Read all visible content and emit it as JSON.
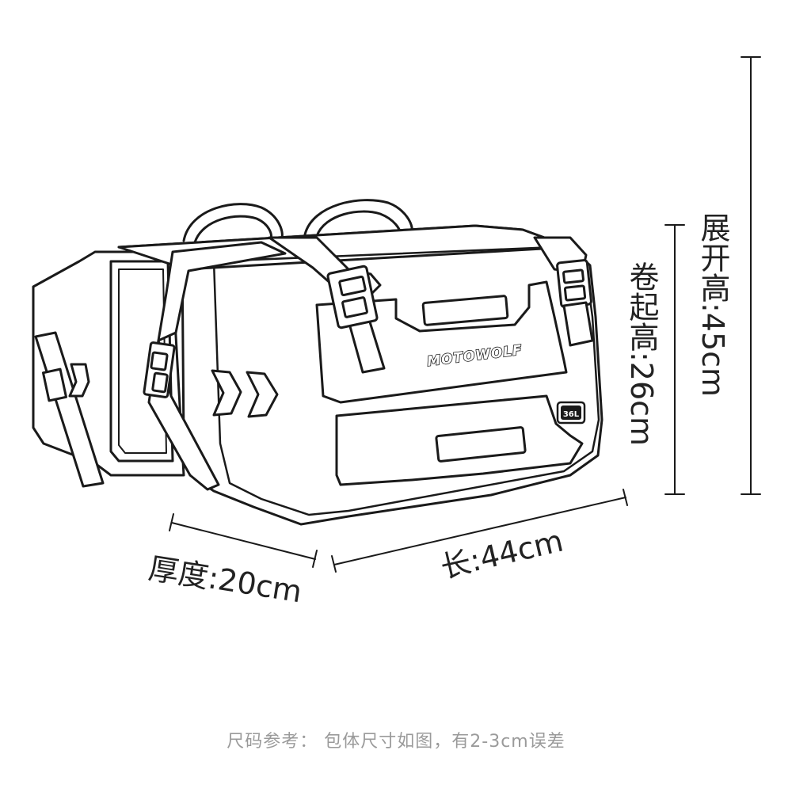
{
  "bag": {
    "brand_logo": "MOTOWOLF",
    "capacity_badge": "36L"
  },
  "dimensions": {
    "full_height": "展开高:45cm",
    "rolled_height": "卷起高:26cm",
    "length": "长:44cm",
    "depth": "厚度:20cm"
  },
  "note": "尺码参考： 包体尺寸如图，有2-3cm误差",
  "colors": {
    "line": "#1a1a1a",
    "note": "#9a9a9a"
  }
}
